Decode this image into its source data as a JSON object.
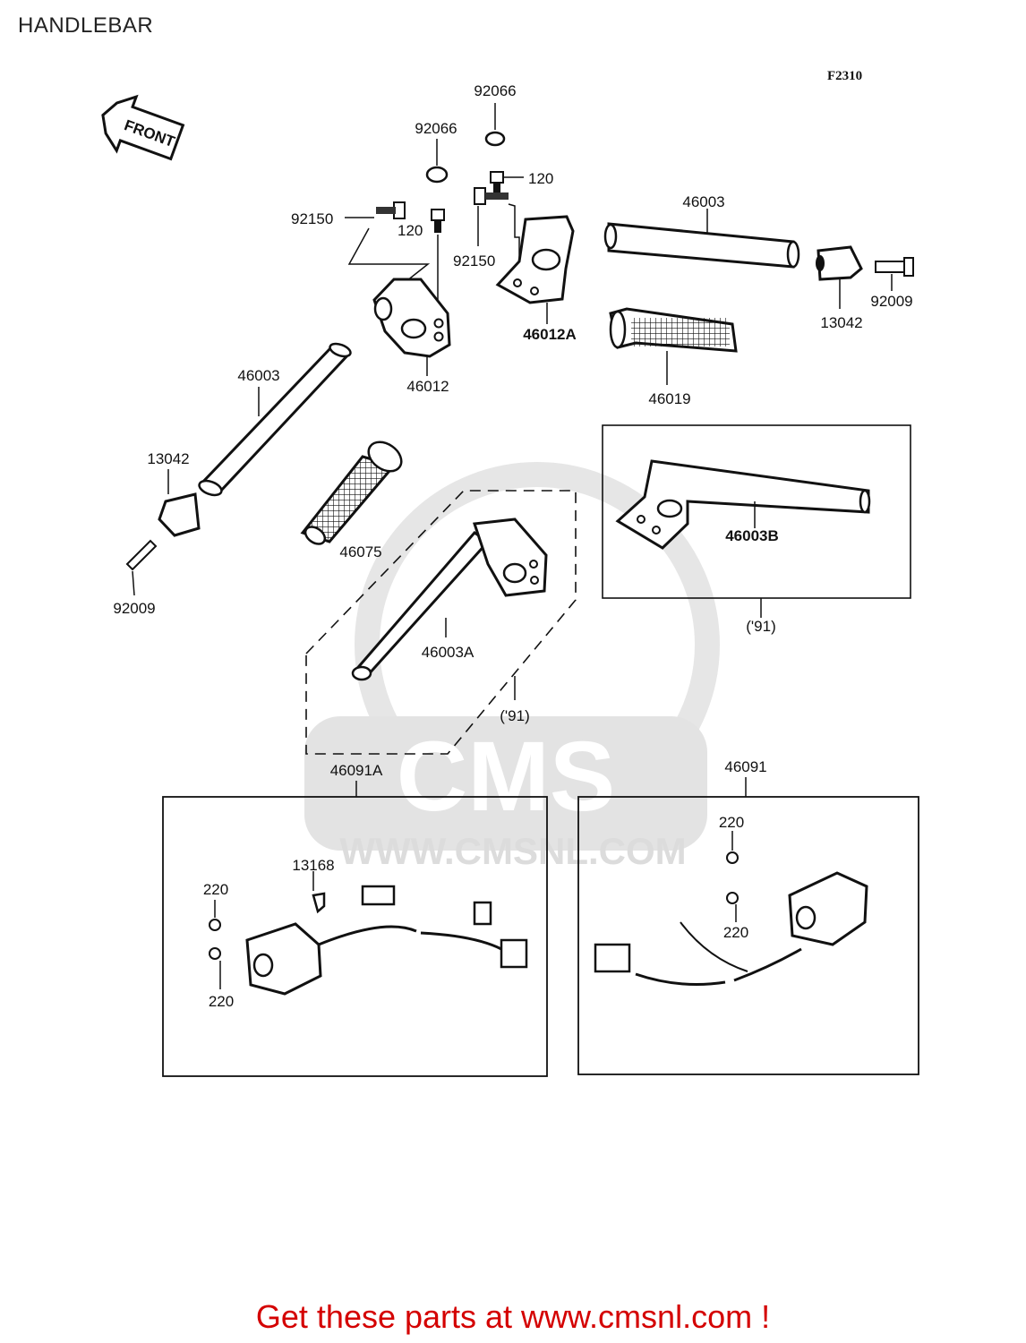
{
  "page": {
    "title": "HANDLEBAR",
    "figure_code": "F2310",
    "footer": "Get these parts at www.cmsnl.com !",
    "watermark": {
      "brand": "CMS",
      "url": "WWW.CMSNL.COM",
      "color": "#e3e3e3"
    },
    "footer_color": "#d40000"
  },
  "labels": {
    "front": "FRONT",
    "p92066_a": "92066",
    "p92066_b": "92066",
    "p120_a": "120",
    "p120_b": "120",
    "p92150_a": "92150",
    "p92150_b": "92150",
    "p46003_a": "46003",
    "p46003_b": "46003",
    "p13042_a": "13042",
    "p13042_b": "13042",
    "p92009_a": "92009",
    "p92009_b": "92009",
    "p46012": "46012",
    "p46012A": "46012A",
    "p46019": "46019",
    "p46075": "46075",
    "p46003A": "46003A",
    "p46003B": "46003B",
    "year_a": "('91)",
    "year_b": "('91)",
    "p46091A": "46091A",
    "p46091": "46091",
    "p13168": "13168",
    "p220_a": "220",
    "p220_b": "220",
    "p220_c": "220",
    "p220_d": "220"
  }
}
